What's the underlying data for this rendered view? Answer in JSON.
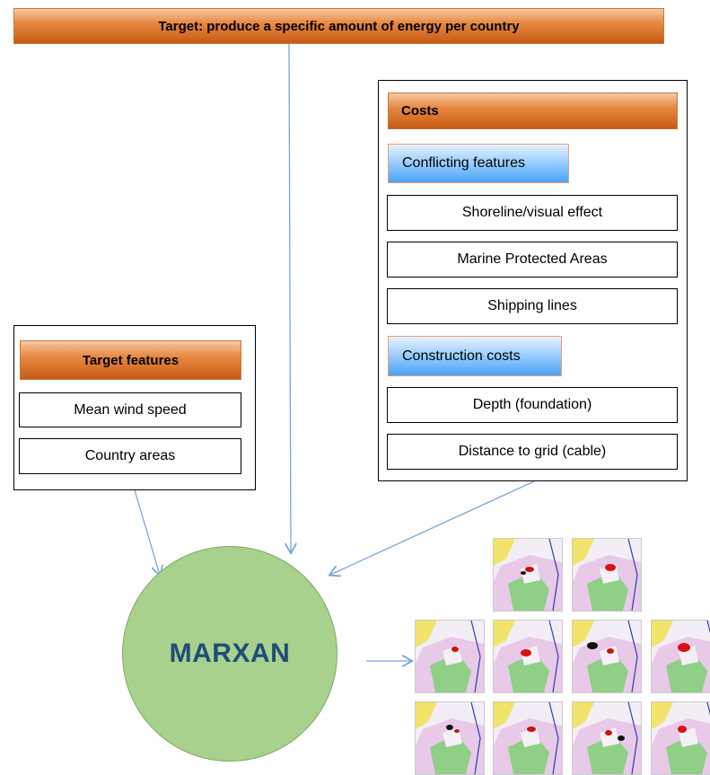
{
  "top_target": "Target: produce a specific amount of energy per country",
  "target_features": {
    "title": "Target features",
    "items": [
      "Mean wind speed",
      "Country areas"
    ]
  },
  "costs": {
    "title": "Costs",
    "conflicting": {
      "label": "Conflicting features",
      "items": [
        "Shoreline/visual effect",
        "Marine Protected Areas",
        "Shipping lines"
      ]
    },
    "construction": {
      "label": "Construction costs",
      "items": [
        "Depth (foundation)",
        "Distance to grid (cable)"
      ]
    }
  },
  "marxan": {
    "label": "MARXAN"
  },
  "colors": {
    "arrow": "#7aa7d6",
    "orange": "#e88a44",
    "blue": "#4aa3f7",
    "circle": "#a9d18e",
    "marxan_text": "#1f4e79"
  },
  "map_thumbnails": {
    "rows": [
      2,
      4,
      4
    ]
  }
}
